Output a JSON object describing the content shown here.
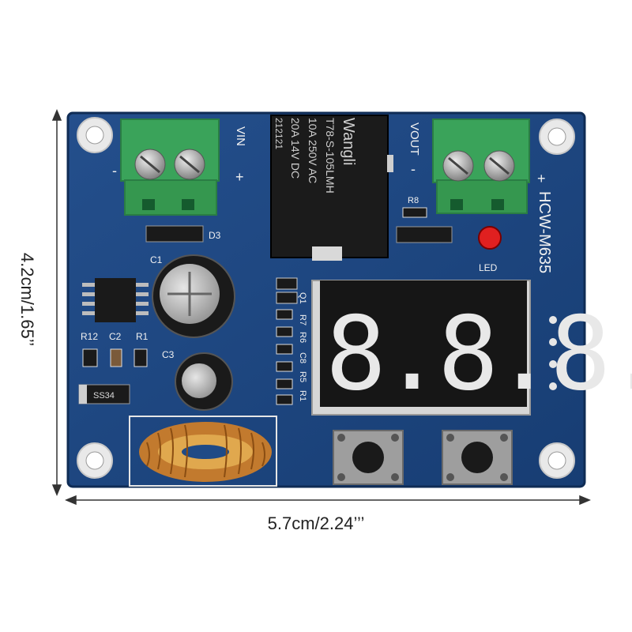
{
  "dimensions": {
    "width": "5.7cm/2.24’’’",
    "height": "4.2cm/1.65’’"
  },
  "board": {
    "model": "HCW-M635",
    "colors": {
      "pcb": "#1f4a86",
      "terminal": "#3aa35a",
      "relay": "#1a1a1a",
      "display_digit": "#e8e8e8"
    },
    "terminal_in": {
      "label": "VIN",
      "minus": "-",
      "plus": "+"
    },
    "terminal_out": {
      "label": "VOUT",
      "minus": "-",
      "plus": "+"
    },
    "relay": {
      "brand": "Wangli",
      "model": "T78-S-105LMH",
      "rating_ac": "10A 250V AC",
      "rating_dc": "20A 14V DC",
      "code": "212121"
    },
    "components": {
      "c1": "C1",
      "c2": "C2",
      "c3": "C3",
      "r1": "R1",
      "r12": "R12",
      "r8": "R8",
      "d3": "D3",
      "led": "LED",
      "ss34": "SS34",
      "r1b": "R1",
      "r5": "R5",
      "c8": "C8",
      "r6": "R6",
      "r7": "R7",
      "q1": "Q1"
    },
    "display": {
      "digits": "8.8.8."
    }
  }
}
